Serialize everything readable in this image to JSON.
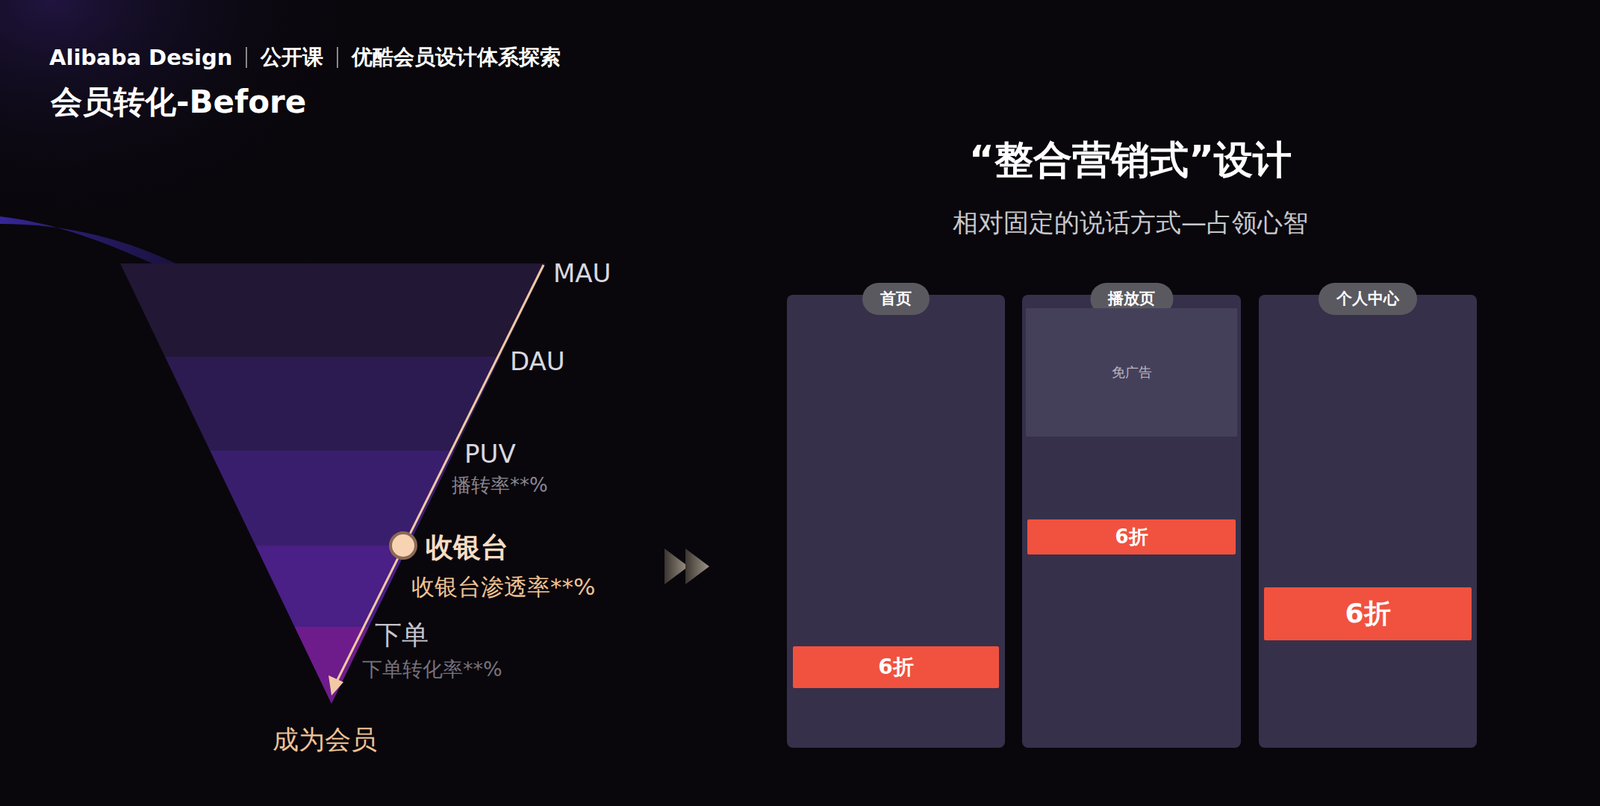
{
  "diagram": {
    "title": "会员转化-Before",
    "nodes": [
      {
        "text": [
          "首页"
        ]
      },
      {
        "text": [
          "6折"
        ],
        "in": 0
      },
      {
        "text": [
          "播放页"
        ]
      },
      {
        "text": [
          "免广告"
        ],
        "in": 2
      },
      {
        "text": [
          "6折"
        ],
        "in": 2
      },
      {
        "text": [
          "个人中心"
        ]
      },
      {
        "text": [
          "6折"
        ],
        "in": 5
      }
    ],
    "labels": [
      "Alibaba Design",
      "公开课",
      "优酷会员设计体系探索",
      "MAU",
      "DAU",
      "PUV",
      "播转率**%",
      "收银台",
      "收银台渗透率**%",
      "下单",
      "下单转化率**%",
      "成为会员",
      "“整合营销式”设计",
      "相对固定的说话方式—占领心智"
    ]
  }
}
